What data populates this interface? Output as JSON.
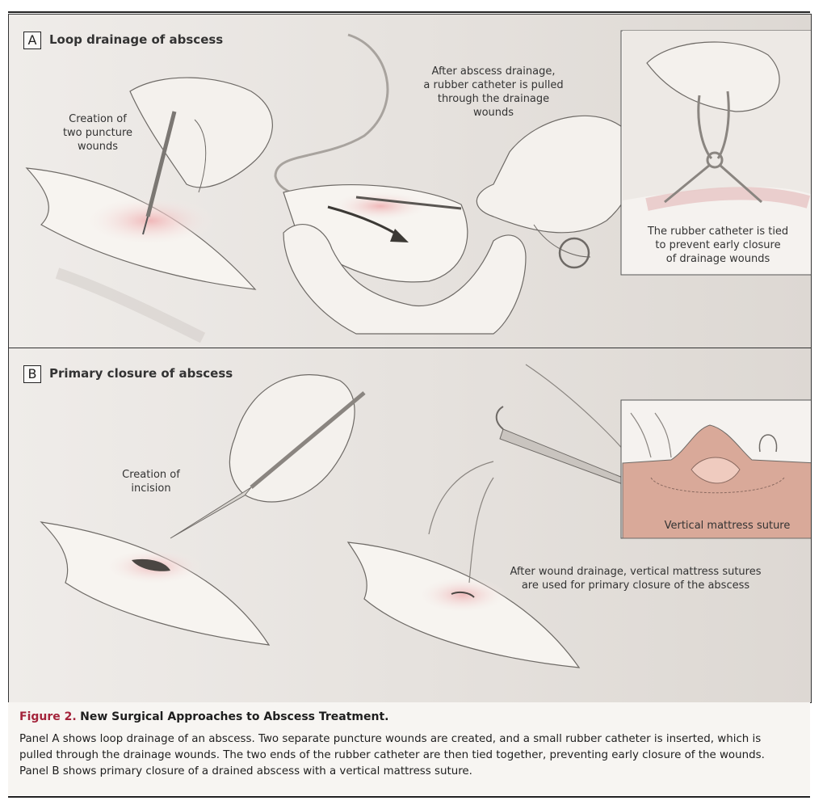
{
  "panel_a": {
    "letter": "A",
    "title": "Loop drainage of abscess",
    "note_puncture": [
      "Creation of",
      "two puncture",
      "wounds"
    ],
    "note_catheter": [
      "After abscess drainage,",
      "a rubber catheter is pulled",
      "through the drainage",
      "wounds"
    ],
    "note_tied": [
      "The rubber catheter is tied",
      "to prevent early closure",
      "of drainage wounds"
    ]
  },
  "panel_b": {
    "letter": "B",
    "title": "Primary closure of abscess",
    "note_incision": [
      "Creation of",
      "incision"
    ],
    "note_sutures": [
      "After wound drainage, vertical mattress sutures",
      "are used for primary closure of the abscess"
    ],
    "inset_label": "Vertical mattress suture"
  },
  "caption": {
    "figure_label": "Figure 2.",
    "figure_title": "New Surgical Approaches to Abscess Treatment.",
    "lines": [
      "Panel A shows loop drainage of an abscess. Two separate puncture wounds are created, and a small rubber catheter is inserted, which is",
      "pulled through the drainage wounds. The two ends of the rubber catheter are then tied together, preventing early closure of the wounds.",
      "Panel B shows primary closure of a drained abscess with a vertical mattress suture."
    ]
  },
  "colors": {
    "panel_bg": "#efece9",
    "skin": "#f6f3ef",
    "wound_pink": "#eebfc0",
    "line": "#6e6a66",
    "tissue": "#d9a999",
    "figure_label": "#a4243b"
  }
}
